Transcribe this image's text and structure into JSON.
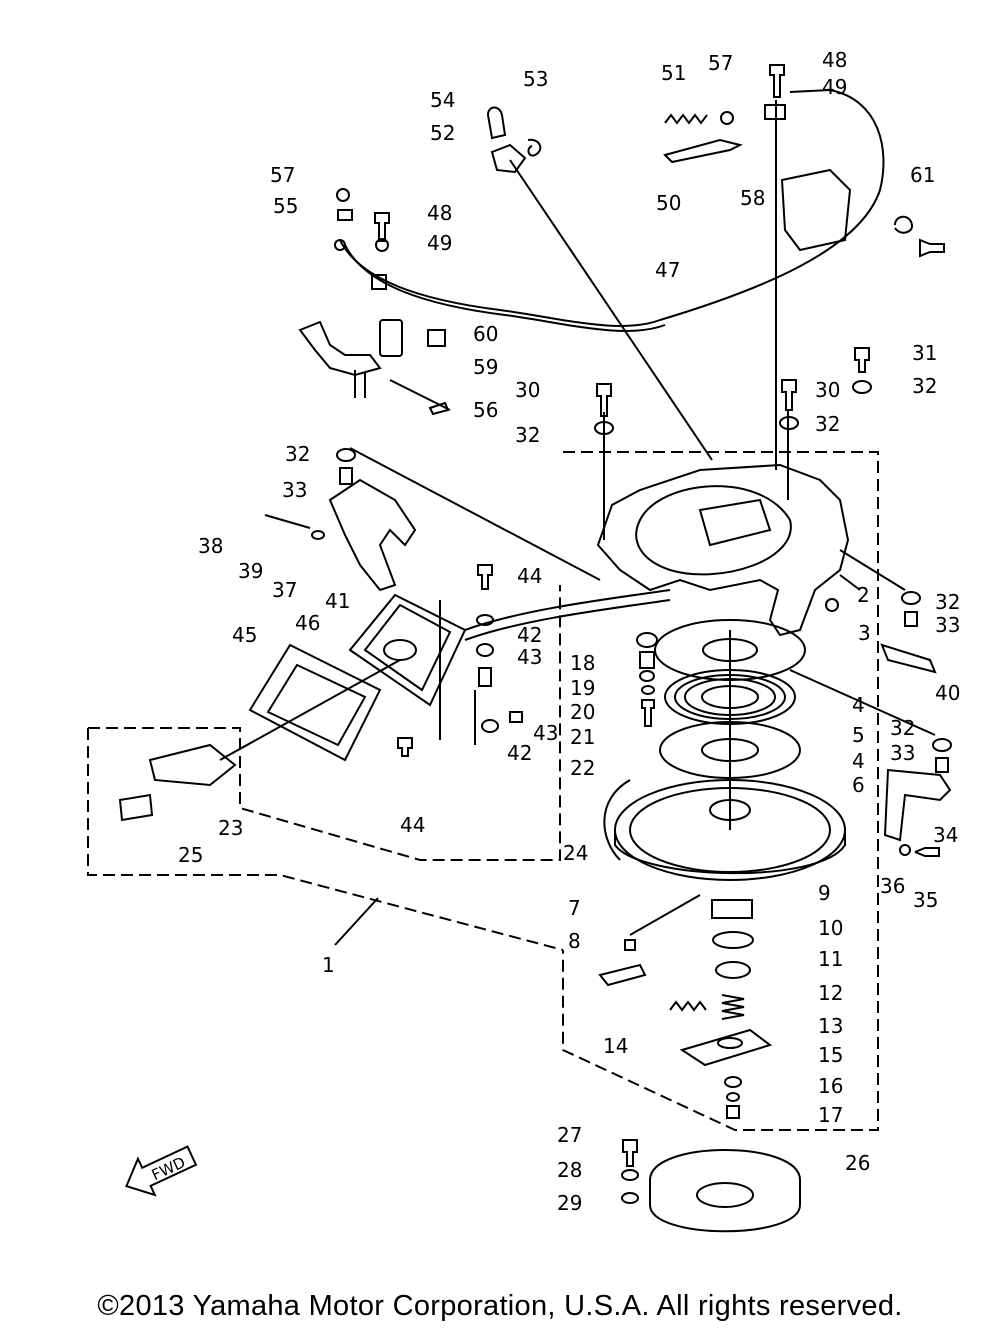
{
  "labels": {
    "n1": "1",
    "n2": "2",
    "n3": "3",
    "n4a": "4",
    "n4b": "4",
    "n5": "5",
    "n6": "6",
    "n7": "7",
    "n8": "8",
    "n9": "9",
    "n10": "10",
    "n11": "11",
    "n12": "12",
    "n13": "13",
    "n14": "14",
    "n15": "15",
    "n16": "16",
    "n17": "17",
    "n18": "18",
    "n19": "19",
    "n20": "20",
    "n21": "21",
    "n22": "22",
    "n23": "23",
    "n24": "24",
    "n25": "25",
    "n26": "26",
    "n27": "27",
    "n28": "28",
    "n29": "29",
    "n30a": "30",
    "n30b": "30",
    "n31": "31",
    "n32a": "32",
    "n32b": "32",
    "n32c": "32",
    "n32d": "32",
    "n32e": "32",
    "n32f": "32",
    "n33a": "33",
    "n33b": "33",
    "n33c": "33",
    "n34": "34",
    "n35": "35",
    "n36": "36",
    "n37": "37",
    "n38": "38",
    "n39": "39",
    "n40": "40",
    "n41": "41",
    "n42a": "42",
    "n42b": "42",
    "n43a": "43",
    "n43b": "43",
    "n44a": "44",
    "n44b": "44",
    "n45": "45",
    "n46": "46",
    "n47": "47",
    "n48a": "48",
    "n48b": "48",
    "n49a": "49",
    "n49b": "49",
    "n50": "50",
    "n51": "51",
    "n52": "52",
    "n53": "53",
    "n54": "54",
    "n55": "55",
    "n56": "56",
    "n57a": "57",
    "n57b": "57",
    "n58": "58",
    "n59": "59",
    "n60": "60",
    "n61": "61"
  },
  "fwd_label": "FWD",
  "copyright": "©2013 Yamaha Motor Corporation, U.S.A. All rights reserved.",
  "colors": {
    "line": "#000000",
    "background": "#ffffff"
  }
}
